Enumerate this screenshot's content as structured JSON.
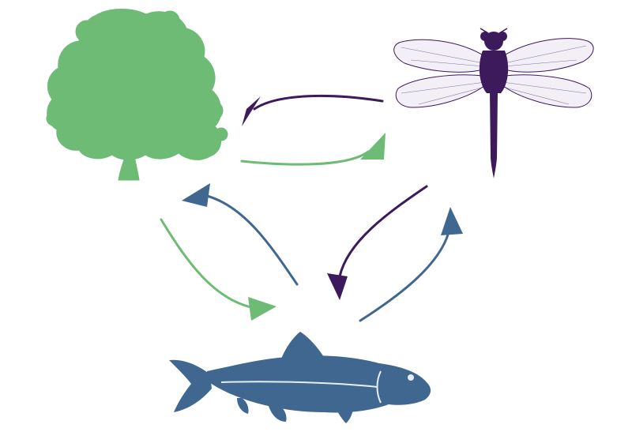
{
  "colors": {
    "tree": "#6dbb74",
    "dragonfly": "#3d1a5b",
    "fish": "#3f6790",
    "background": "#ffffff"
  },
  "nodes": [
    {
      "id": "tree",
      "icon": "tree-icon",
      "color": "#6dbb74"
    },
    {
      "id": "dragonfly",
      "icon": "dragonfly-icon",
      "color": "#3d1a5b"
    },
    {
      "id": "fish",
      "icon": "fish-icon",
      "color": "#3f6790"
    }
  ],
  "edges": [
    {
      "from": "dragonfly",
      "to": "tree",
      "color": "#3d1a5b"
    },
    {
      "from": "tree",
      "to": "dragonfly",
      "color": "#6dbb74"
    },
    {
      "from": "fish",
      "to": "tree",
      "color": "#3f6790"
    },
    {
      "from": "tree",
      "to": "fish",
      "color": "#6dbb74"
    },
    {
      "from": "dragonfly",
      "to": "fish",
      "color": "#3d1a5b"
    },
    {
      "from": "fish",
      "to": "dragonfly",
      "color": "#3f6790"
    }
  ]
}
